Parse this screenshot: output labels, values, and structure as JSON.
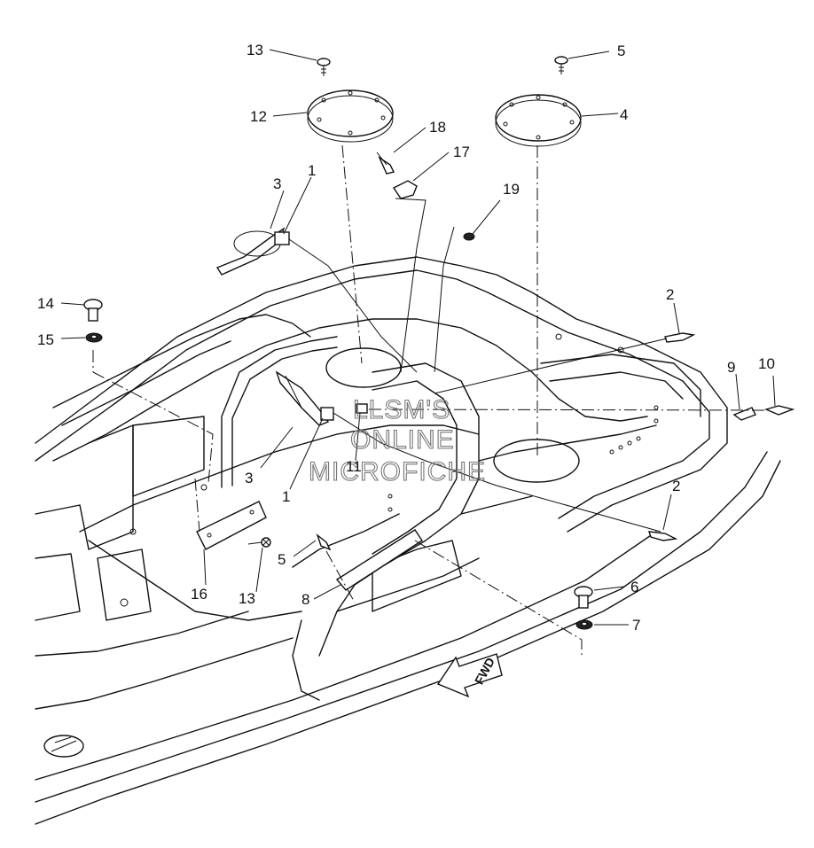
{
  "watermark": {
    "line1": "LLSM'S",
    "line2": "ONLINE",
    "line3": "MICROFICHE"
  },
  "direction_label": "FWD",
  "callouts": [
    {
      "id": "c13a",
      "text": "13"
    },
    {
      "id": "c5a",
      "text": "5"
    },
    {
      "id": "c12",
      "text": "12"
    },
    {
      "id": "c4",
      "text": "4"
    },
    {
      "id": "c18",
      "text": "18"
    },
    {
      "id": "c17",
      "text": "17"
    },
    {
      "id": "c3a",
      "text": "3"
    },
    {
      "id": "c1a",
      "text": "1"
    },
    {
      "id": "c19",
      "text": "19"
    },
    {
      "id": "c14",
      "text": "14"
    },
    {
      "id": "c15",
      "text": "15"
    },
    {
      "id": "c2a",
      "text": "2"
    },
    {
      "id": "c9",
      "text": "9"
    },
    {
      "id": "c10",
      "text": "10"
    },
    {
      "id": "c11",
      "text": "11"
    },
    {
      "id": "c3b",
      "text": "3"
    },
    {
      "id": "c1b",
      "text": "1"
    },
    {
      "id": "c2b",
      "text": "2"
    },
    {
      "id": "c5b",
      "text": "5"
    },
    {
      "id": "c16",
      "text": "16"
    },
    {
      "id": "c13b",
      "text": "13"
    },
    {
      "id": "c8",
      "text": "8"
    },
    {
      "id": "c6",
      "text": "6"
    },
    {
      "id": "c7",
      "text": "7"
    }
  ]
}
